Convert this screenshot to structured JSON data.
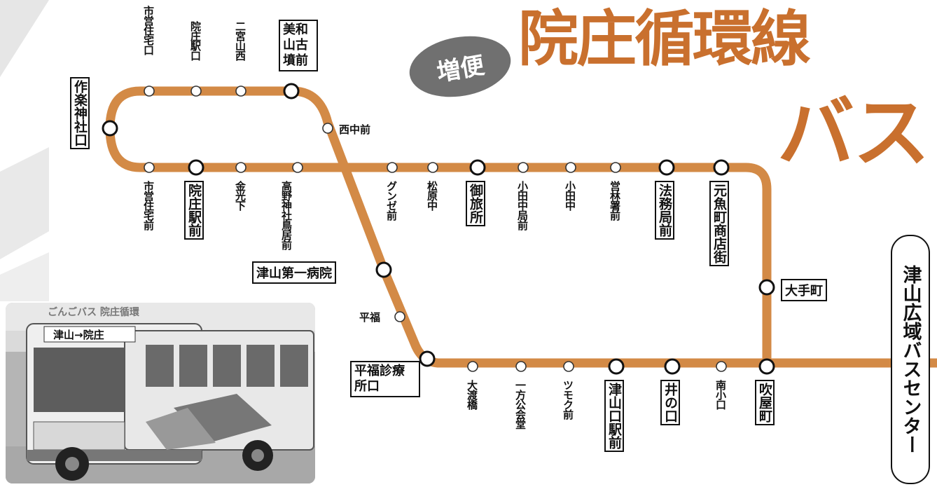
{
  "badge": "増便",
  "title": {
    "main": "院庄循環線",
    "sub": "バス"
  },
  "terminal": "津山広域バスセンター",
  "colors": {
    "route": "#d38a46",
    "title": "#c9702e",
    "badge": "#707070"
  },
  "stops": {
    "top": [
      "市営住宅口",
      "院庄駅口",
      "二宮山西",
      "美和山古墳前"
    ],
    "left": "作楽神社口",
    "nishinaka": "西中前",
    "middle_row": [
      "市営住宅前",
      "院庄駅前",
      "金光下",
      "高野神社鳥居前",
      "グンゼ前",
      "松原中",
      "御旅所",
      "小田中局前",
      "小田中",
      "営林署前",
      "法務局前",
      "元魚町商店街"
    ],
    "hospital": "津山第一病院",
    "hirafuku": "平福",
    "hirafuku_clinic": "平福診療所口",
    "otemachi": "大手町",
    "bottom_row": [
      "大渡橋",
      "一方公会堂",
      "ツモク前",
      "津山口駅前",
      "井の口",
      "南小口",
      "吹屋町"
    ]
  },
  "photo": {
    "sign_top": "ごんごバス 院庄循環",
    "destination": "津山→院庄",
    "bus_stop_icon": "bus-photo-illustration"
  }
}
